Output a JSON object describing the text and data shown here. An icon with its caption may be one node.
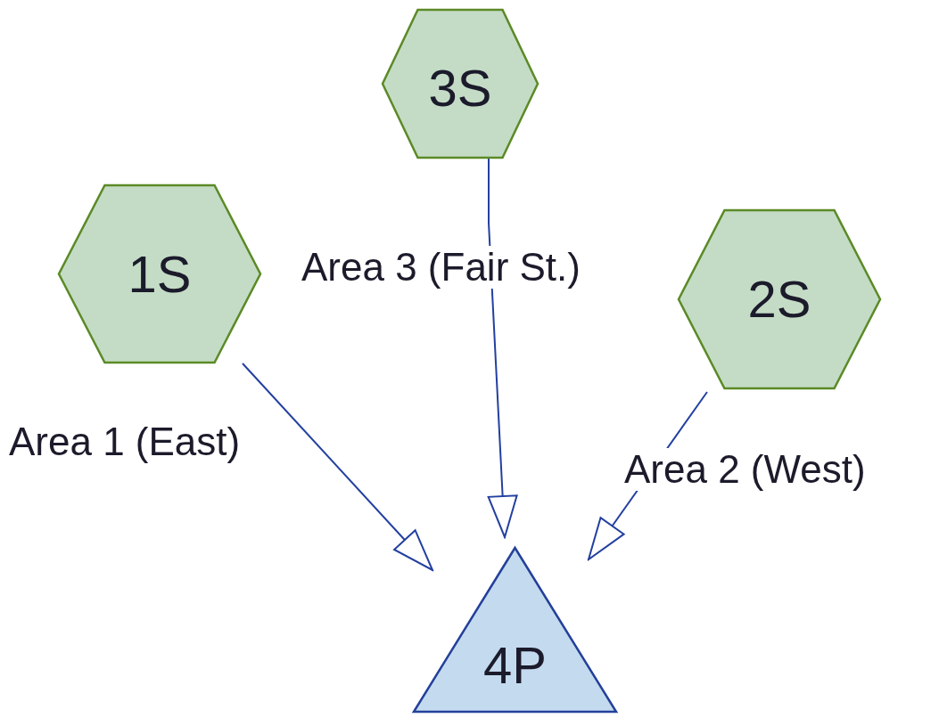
{
  "diagram": {
    "nodes": [
      {
        "text": [
          "3S"
        ]
      },
      {
        "text": [
          "1S"
        ]
      },
      {
        "text": [
          "2S"
        ]
      },
      {
        "text": [
          "4P"
        ]
      }
    ],
    "edges": [
      {
        "from": 1,
        "to": 3,
        "arrow": "to",
        "label": "Area 1 (East)"
      },
      {
        "from": 0,
        "to": 3,
        "arrow": "to",
        "label": "Area 3 (Fair St.)"
      },
      {
        "from": 2,
        "to": 3,
        "arrow": "to",
        "label": "Area 2 (West)"
      }
    ]
  }
}
